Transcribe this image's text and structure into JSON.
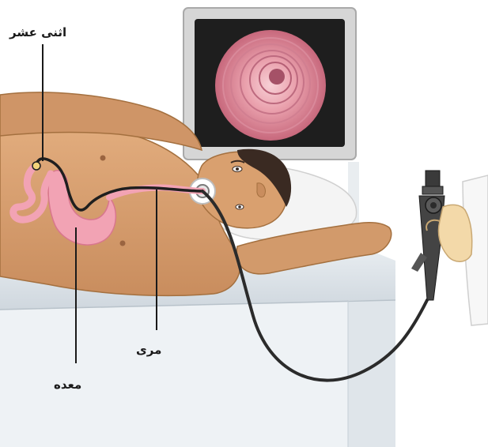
{
  "labels": {
    "duodenum": "اثنی عشر",
    "esophagus": "مری",
    "stomach": "معده"
  },
  "icons": {
    "monitor": "monitor-icon",
    "endoscope": "endoscope-icon"
  },
  "colors": {
    "skin": "#d9a06f",
    "skin_shadow": "#b97e52",
    "hair": "#3a2a22",
    "organ": "#f2a3b4",
    "organ_edge": "#d8768e",
    "monitor_frame": "#d8d8d8",
    "monitor_screen": "#1f1f1f",
    "lumen": "#e79aa6",
    "table_top": "#dde3e8",
    "table_side": "#eef2f5",
    "tube": "#2b2b2b",
    "sheet": "#f4f4f4",
    "coat": "#f7f7f7",
    "glove": "#f3d9a9"
  }
}
